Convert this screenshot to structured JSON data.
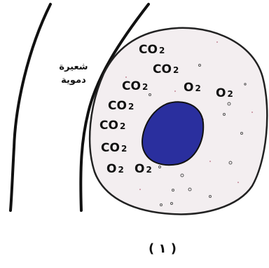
{
  "capillary_label_line1": "شعيرة",
  "capillary_label_line2": "دموية",
  "figure_number": "( ١ )",
  "molecules": [
    {
      "text": "CO",
      "sub": "2"
    },
    {
      "text": "CO",
      "sub": "2"
    },
    {
      "text": "CO",
      "sub": "2"
    },
    {
      "text": "O",
      "sub": "2"
    },
    {
      "text": "O",
      "sub": "2"
    },
    {
      "text": "CO",
      "sub": "2"
    },
    {
      "text": "CO",
      "sub": "2"
    },
    {
      "text": "CO",
      "sub": "2"
    },
    {
      "text": "O",
      "sub": "2"
    },
    {
      "text": "O",
      "sub": "2"
    }
  ],
  "colors": {
    "nucleus": "#2a2f9e",
    "cell_fill": "#f3eef0",
    "outline": "#111111"
  }
}
